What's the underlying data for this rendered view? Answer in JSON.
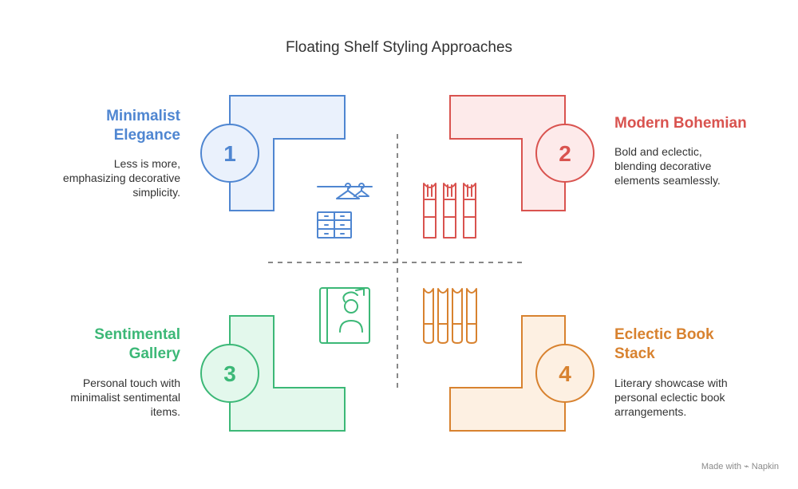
{
  "title": "Floating Shelf Styling Approaches",
  "colors": {
    "blue": "#4f86d1",
    "blue_fill": "#eaf1fc",
    "red": "#d9534f",
    "red_fill": "#fdeaea",
    "green": "#3cb877",
    "green_fill": "#e3f8ec",
    "orange": "#d8822f",
    "orange_fill": "#fdf0e2",
    "divider": "#888888"
  },
  "quadrants": [
    {
      "number": "1",
      "heading_lines": [
        "Minimalist",
        "Elegance"
      ],
      "description_lines": [
        "Less is more,",
        "emphasizing decorative",
        "simplicity."
      ],
      "icon": "closet-hangers-drawers-icon"
    },
    {
      "number": "2",
      "heading_lines": [
        "Modern Bohemian"
      ],
      "description_lines": [
        "Bold and eclectic,",
        "blending decorative",
        "elements seamlessly."
      ],
      "icon": "bohemian-curtains-icon"
    },
    {
      "number": "3",
      "heading_lines": [
        "Sentimental",
        "Gallery"
      ],
      "description_lines": [
        "Personal touch with",
        "minimalist sentimental",
        "items."
      ],
      "icon": "photo-frame-icon"
    },
    {
      "number": "4",
      "heading_lines": [
        "Eclectic Book",
        "Stack"
      ],
      "description_lines": [
        "Literary showcase with",
        "personal eclectic book",
        "arrangements."
      ],
      "icon": "book-stack-icon"
    }
  ],
  "footer": "Made with ⌁ Napkin"
}
